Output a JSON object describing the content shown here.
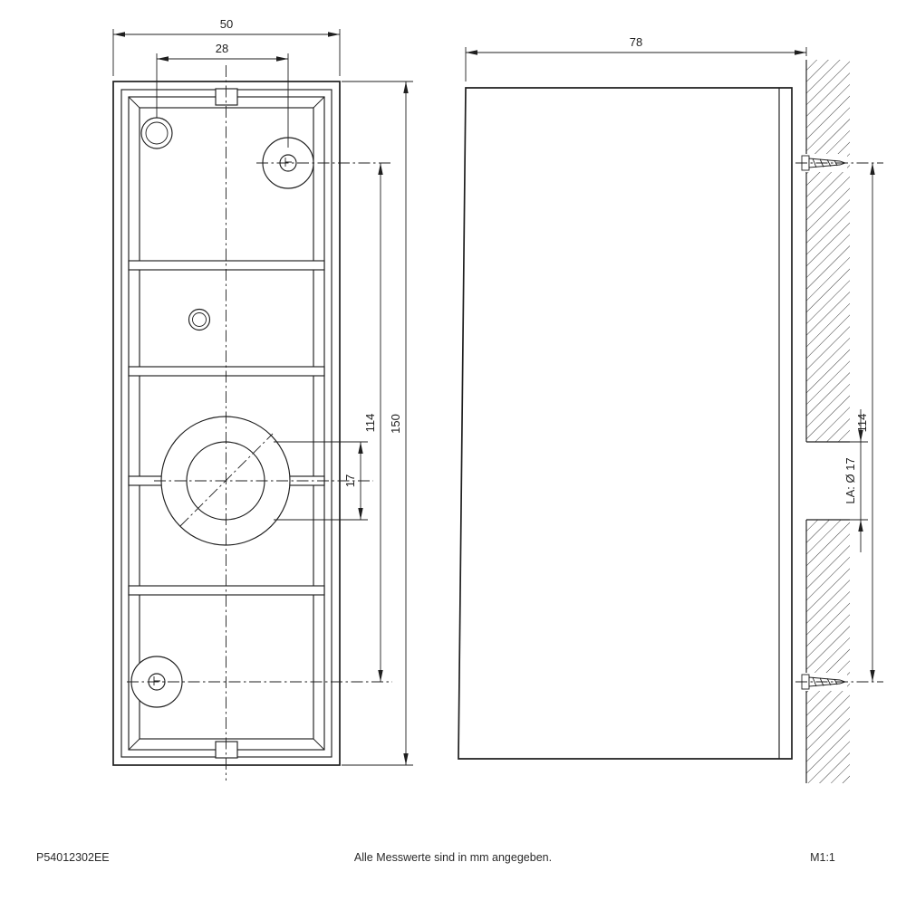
{
  "drawing": {
    "front_view": {
      "width": "50",
      "hole_offset_x": "28",
      "height": "150",
      "hole_spacing_y": "114",
      "center_hole_dia": "17"
    },
    "side_view": {
      "depth": "78",
      "screw_spacing": "114",
      "outlet": "LA: Ø 17"
    }
  },
  "footer": {
    "part_number": "P54012302EE",
    "note": "Alle Messwerte sind in mm angegeben.",
    "scale": "M1:1"
  },
  "colors": {
    "line": "#1f1f1f",
    "background": "#ffffff",
    "hatch": "#3f3f3f"
  }
}
